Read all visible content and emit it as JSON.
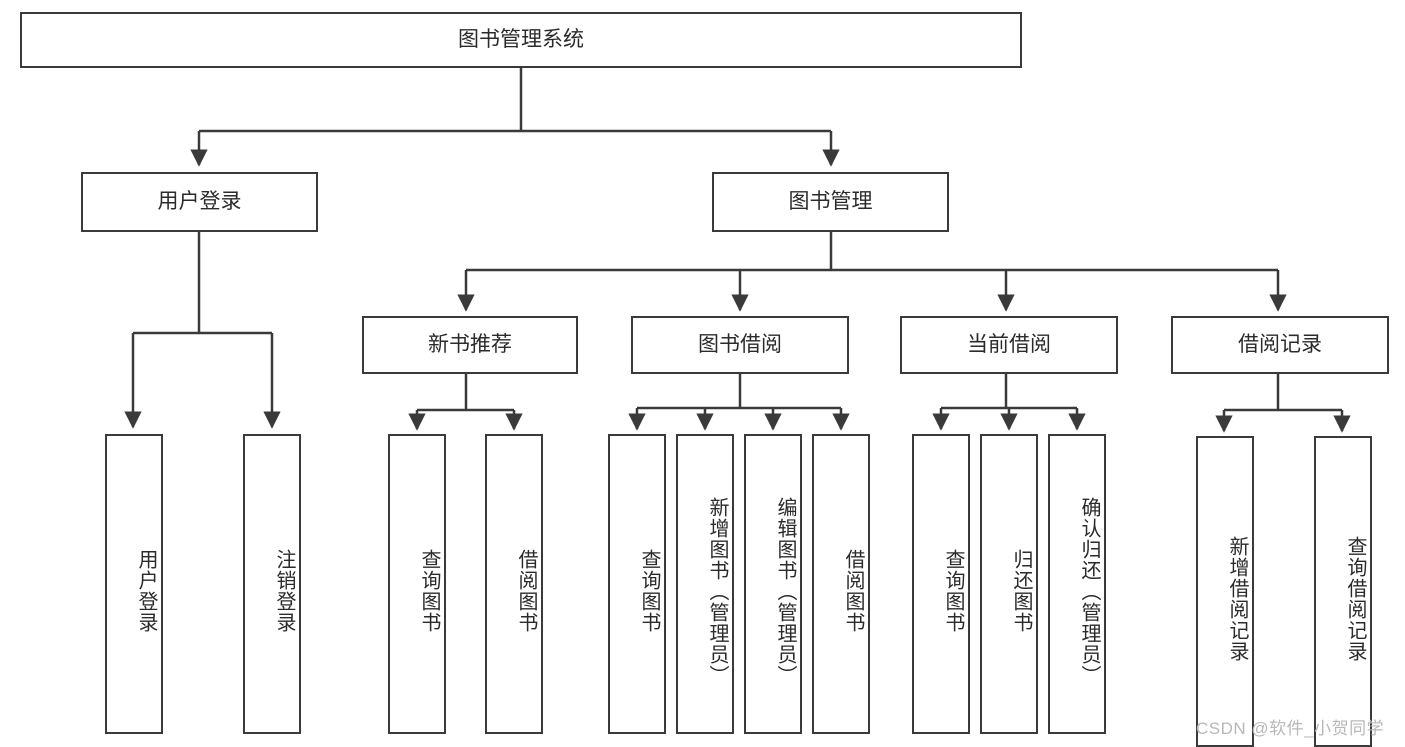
{
  "diagram": {
    "type": "tree-hierarchy-chart",
    "title": "图书管理系统",
    "watermark": "CSDN @软件_小贺同学",
    "colors": {
      "background": "#ffffff",
      "box_border": "#3a3a3a",
      "box_fill": "#ffffff",
      "connector": "#3a3a3a",
      "text": "#2b2b2b",
      "watermark": "#b8b8b8"
    },
    "root": {
      "id": "root",
      "label": "图书管理系统"
    },
    "level2": [
      {
        "id": "user-login",
        "label": "用户登录"
      },
      {
        "id": "book-management",
        "label": "图书管理"
      }
    ],
    "level3": [
      {
        "id": "new-book-recommend",
        "label": "新书推荐",
        "parent": "book-management"
      },
      {
        "id": "book-borrow",
        "label": "图书借阅",
        "parent": "book-management"
      },
      {
        "id": "current-borrow",
        "label": "当前借阅",
        "parent": "book-management"
      },
      {
        "id": "borrow-record",
        "label": "借阅记录",
        "parent": "book-management"
      }
    ],
    "leaves": [
      {
        "id": "leaf-user-login",
        "label": "用户登录",
        "parent": "user-login"
      },
      {
        "id": "leaf-logout",
        "label": "注销登录",
        "parent": "user-login"
      },
      {
        "id": "leaf-query-book-1",
        "label": "查询图书",
        "parent": "new-book-recommend"
      },
      {
        "id": "leaf-borrow-book-1",
        "label": "借阅图书",
        "parent": "new-book-recommend"
      },
      {
        "id": "leaf-query-book-2",
        "label": "查询图书",
        "parent": "book-borrow"
      },
      {
        "id": "leaf-add-book",
        "label": "新增图书（管理员）",
        "parent": "book-borrow"
      },
      {
        "id": "leaf-edit-book",
        "label": "编辑图书（管理员）",
        "parent": "book-borrow"
      },
      {
        "id": "leaf-borrow-book-2",
        "label": "借阅图书",
        "parent": "book-borrow"
      },
      {
        "id": "leaf-query-book-3",
        "label": "查询图书",
        "parent": "current-borrow"
      },
      {
        "id": "leaf-return-book",
        "label": "归还图书",
        "parent": "current-borrow"
      },
      {
        "id": "leaf-confirm-return",
        "label": "确认归还（管理员）",
        "parent": "current-borrow"
      },
      {
        "id": "leaf-add-record",
        "label": "新增借阅记录",
        "parent": "borrow-record"
      },
      {
        "id": "leaf-query-record",
        "label": "查询借阅记录",
        "parent": "borrow-record"
      }
    ]
  }
}
